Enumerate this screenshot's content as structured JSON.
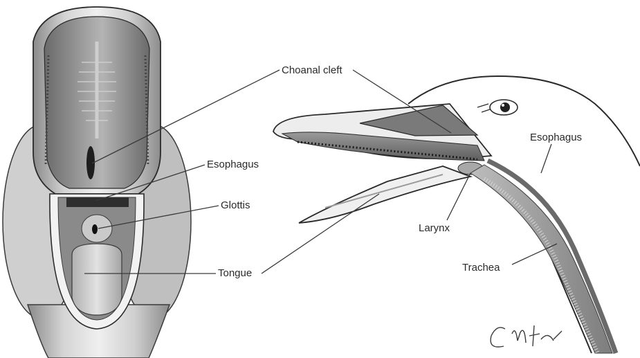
{
  "labels": {
    "choanal_cleft": "Choanal cleft",
    "esophagus_left": "Esophagus",
    "glottis": "Glottis",
    "tongue": "Tongue",
    "esophagus_right": "Esophagus",
    "larynx": "Larynx",
    "trachea": "Trachea"
  },
  "signature": "Carter",
  "colors": {
    "ink": "#2a2a2a",
    "leader": "#3a3a3a",
    "skin_light": "#e6e6e6",
    "skin_mid": "#b8b8b8",
    "cavity_dark": "#6e6e6e"
  }
}
